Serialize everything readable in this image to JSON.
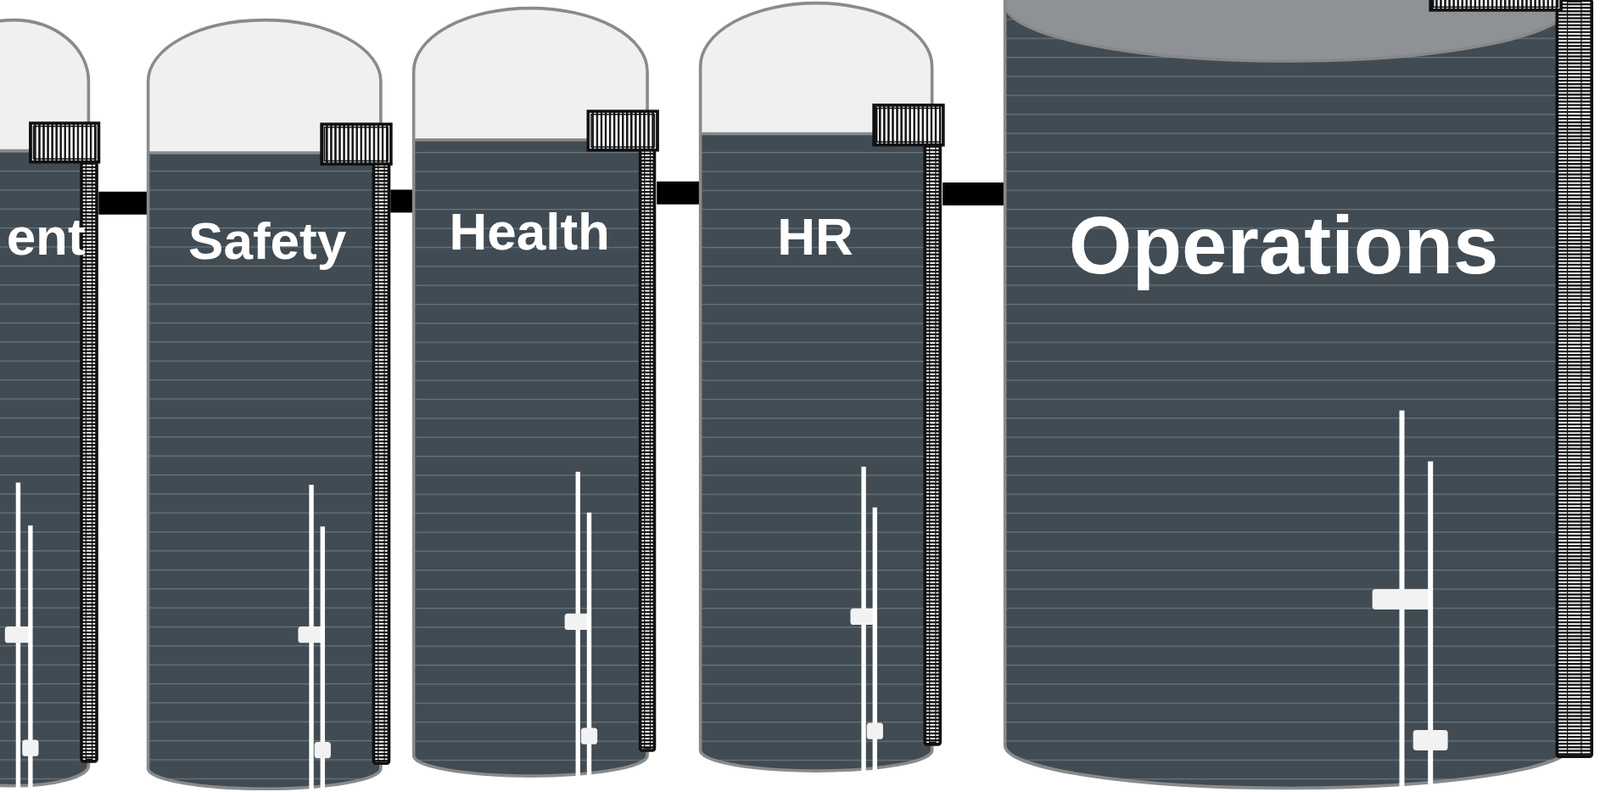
{
  "diagram": {
    "nodes": [
      {
        "text": [
          "ent"
        ]
      },
      {
        "text": [
          "Safety"
        ]
      },
      {
        "text": [
          "Health"
        ]
      },
      {
        "text": [
          "HR"
        ]
      },
      {
        "text": [
          "Operations"
        ]
      }
    ],
    "edges": [
      {
        "from": 0,
        "to": 1,
        "arrow": "none"
      },
      {
        "from": 1,
        "to": 2,
        "arrow": "none"
      },
      {
        "from": 2,
        "to": 3,
        "arrow": "none"
      },
      {
        "from": 3,
        "to": 4,
        "arrow": "none"
      }
    ]
  }
}
